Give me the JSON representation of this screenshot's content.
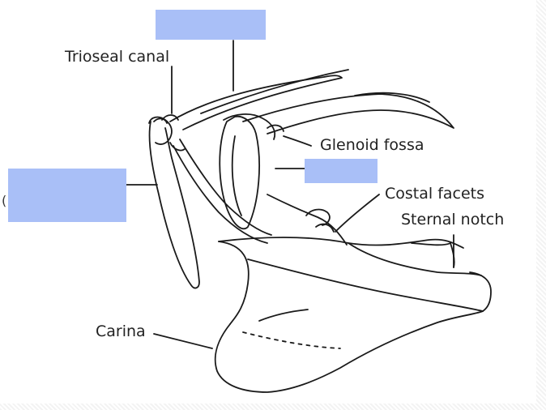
{
  "labels": {
    "trioseal_canal": "Trioseal canal",
    "glenoid_fossa": "Glenoid fossa",
    "costal_facets": "Costal facets",
    "sternal_notch": "Sternal notch",
    "carina": "Carina"
  },
  "fragments": {
    "left_paren": "("
  },
  "colors": {
    "mask": "#a9bff7",
    "stroke": "#1a1a1a",
    "text": "#222222"
  }
}
